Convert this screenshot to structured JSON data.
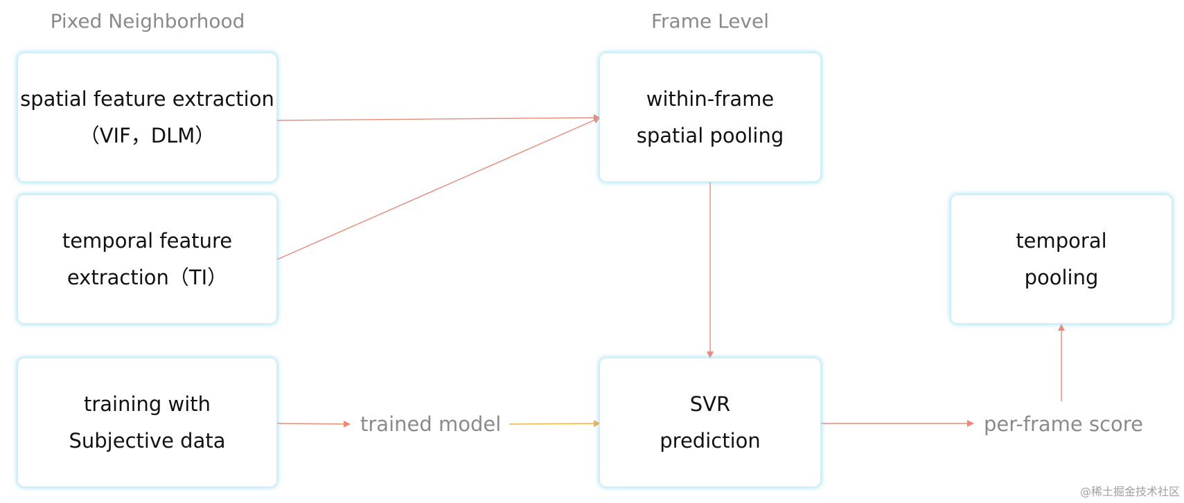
{
  "titles": {
    "left": "Pixed Neighborhood",
    "center": "Frame Level"
  },
  "boxes": {
    "spatial": {
      "line1": "spatial feature extraction",
      "line2": "（VIF，DLM）"
    },
    "temporal_feature": {
      "line1": "temporal feature",
      "line2": "extraction（TI）"
    },
    "training": {
      "line1": "training with",
      "line2": "Subjective data"
    },
    "within_frame": {
      "line1": "within-frame",
      "line2": "spatial pooling"
    },
    "svr": {
      "line1": "SVR",
      "line2": "prediction"
    },
    "temporal_pooling": {
      "line1": "temporal",
      "line2": "pooling"
    }
  },
  "labels": {
    "trained_model": "trained model",
    "per_frame_score": "per-frame score"
  },
  "watermark": "@稀土掘金技术社区",
  "colors": {
    "arrow": "#ec8a7a",
    "arrow_alt": "#f5b041",
    "box_glow": "#82d6f0",
    "muted_text": "#8a8a8a"
  }
}
